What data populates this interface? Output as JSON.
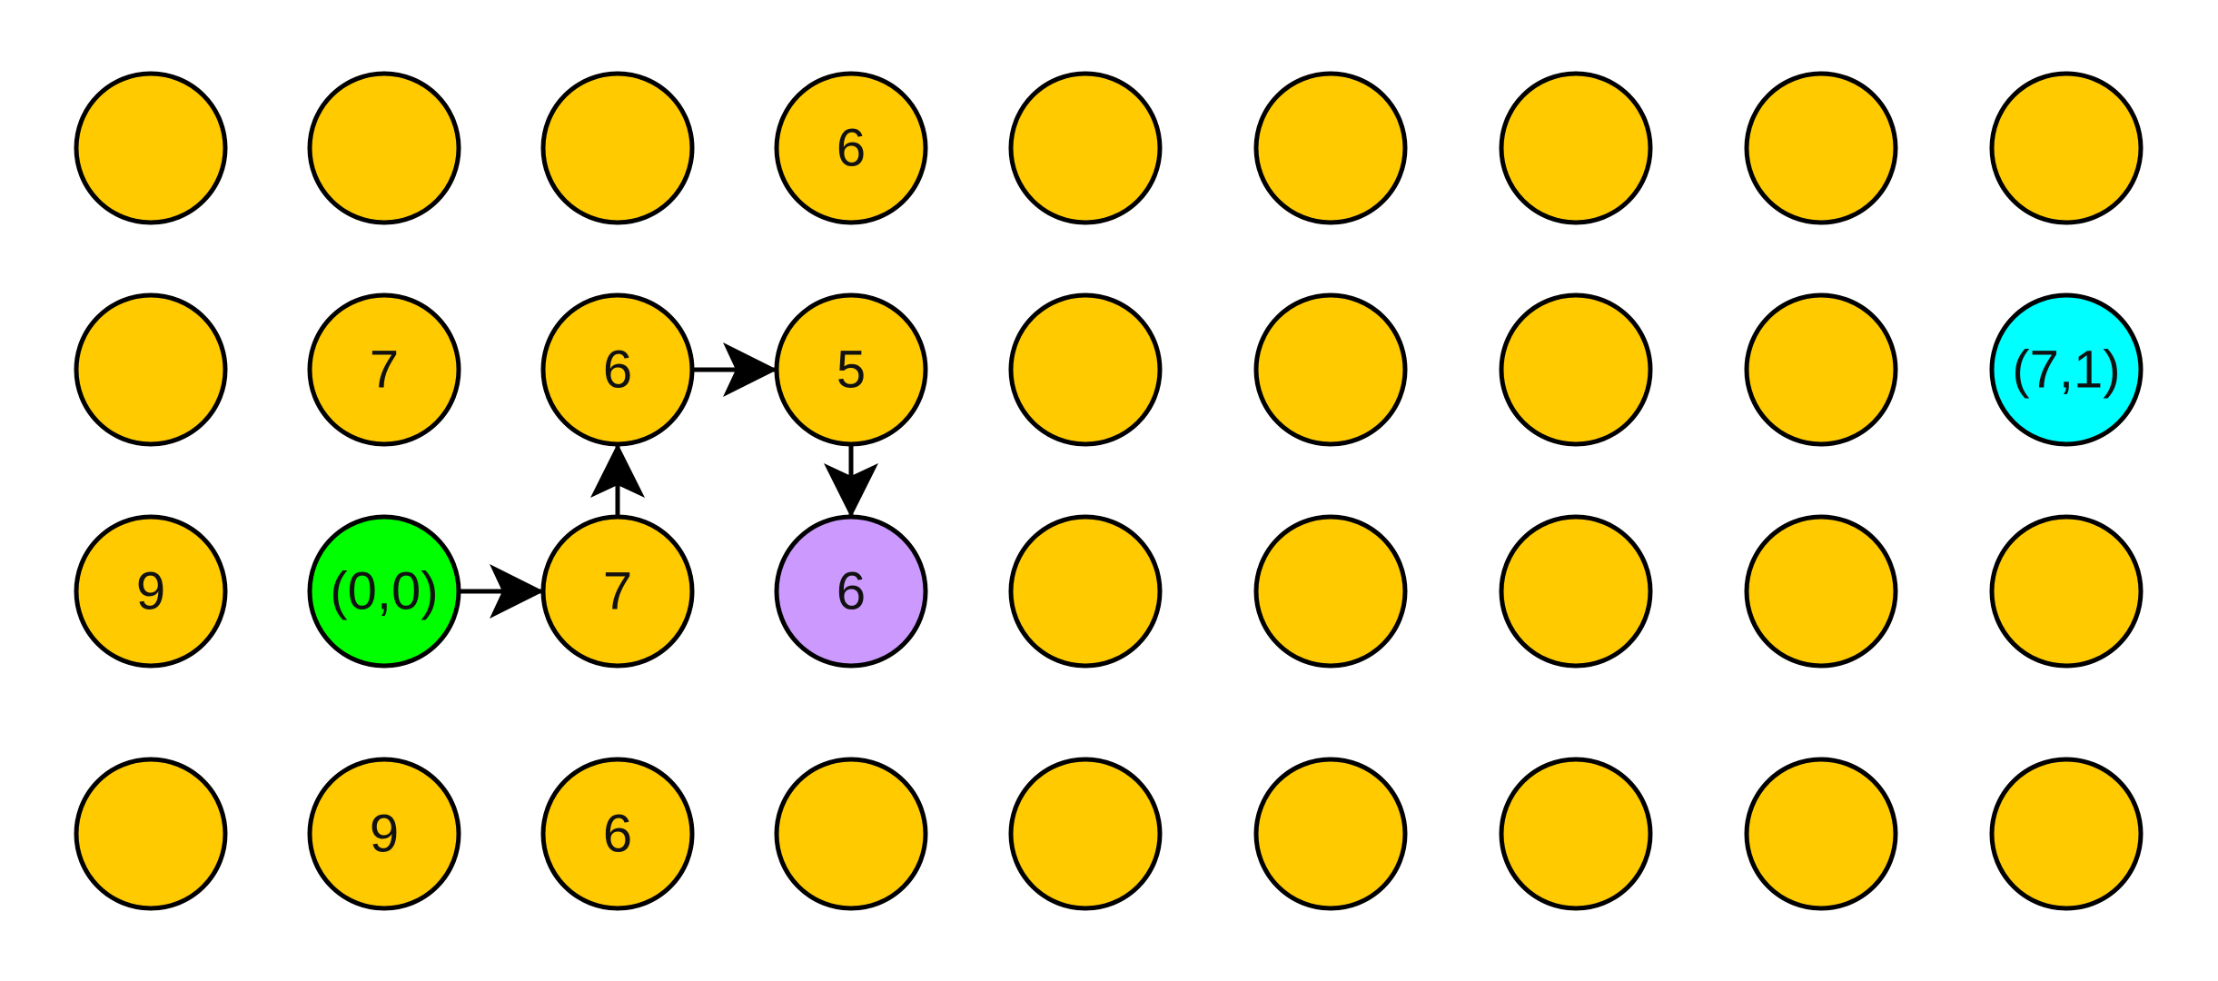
{
  "colors": {
    "default": "#FFCA00",
    "start": "#00FF00",
    "goal": "#00FFFF",
    "current": "#CC99FF",
    "stroke": "#000000",
    "edge": "#000000"
  },
  "grid": {
    "rows": 4,
    "cols": 9,
    "nodes": [
      [
        "",
        "",
        "",
        "6",
        "",
        "",
        "",
        "",
        ""
      ],
      [
        "",
        "7",
        "6",
        "5",
        "",
        "",
        "",
        "",
        "(7,1)"
      ],
      [
        "9",
        "(0,0)",
        "7",
        "6",
        "",
        "",
        "",
        "",
        ""
      ],
      [
        "",
        "9",
        "6",
        "",
        "",
        "",
        "",
        "",
        ""
      ]
    ],
    "roles": {
      "start": [
        2,
        1
      ],
      "goal": [
        1,
        8
      ],
      "current": [
        2,
        3
      ]
    }
  },
  "edges": [
    {
      "from": [
        2,
        1
      ],
      "to": [
        2,
        2
      ]
    },
    {
      "from": [
        2,
        2
      ],
      "to": [
        1,
        2
      ]
    },
    {
      "from": [
        1,
        2
      ],
      "to": [
        1,
        3
      ]
    },
    {
      "from": [
        1,
        3
      ],
      "to": [
        2,
        3
      ]
    }
  ]
}
